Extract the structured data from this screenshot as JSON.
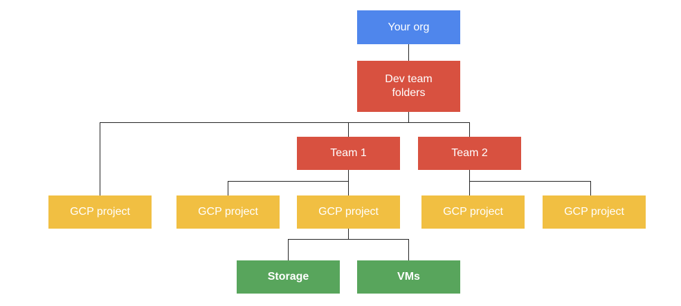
{
  "diagram": {
    "org": "Your org",
    "folders": "Dev team folders",
    "team1": "Team 1",
    "team2": "Team 2",
    "projects": [
      "GCP project",
      "GCP project",
      "GCP project",
      "GCP project",
      "GCP project"
    ],
    "resources": [
      "Storage",
      "VMs"
    ]
  },
  "colors": {
    "org": "#4f86ec",
    "folder": "#d85140",
    "project": "#f1bf42",
    "resource": "#58a55c",
    "connector": "#222222"
  }
}
